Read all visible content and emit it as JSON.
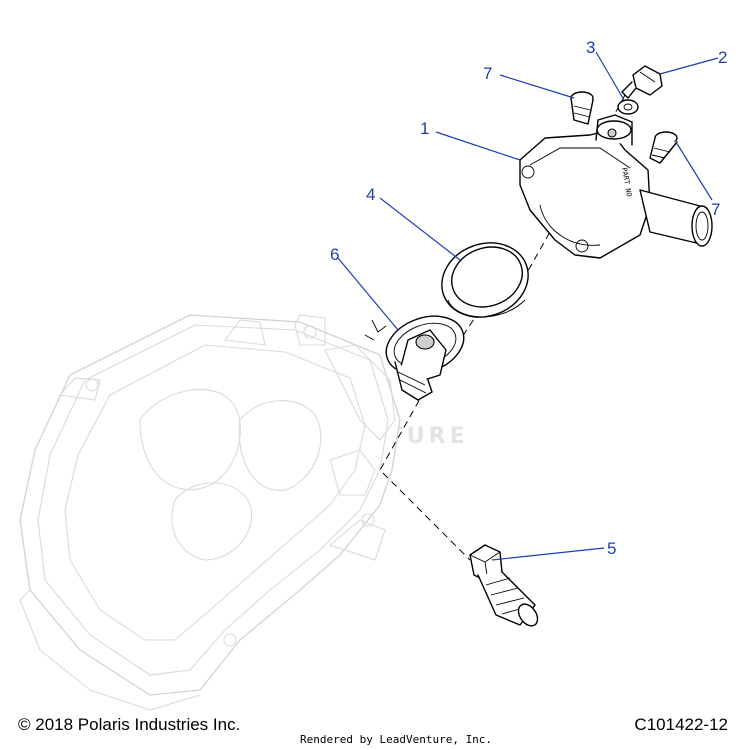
{
  "callouts": [
    {
      "label": "1"
    },
    {
      "label": "2"
    },
    {
      "label": "3"
    },
    {
      "label": "4"
    },
    {
      "label": "5"
    },
    {
      "label": "6"
    },
    {
      "label": "7"
    },
    {
      "label": "7"
    }
  ],
  "stamp": "PART NO",
  "watermark": "LEADVENTURE",
  "footer": {
    "copyright": "© 2018 Polaris Industries Inc.",
    "rendered_by": "Rendered by LeadVenture, Inc.",
    "diagram_id": "C101422-12"
  },
  "colors": {
    "callout": "#1f3fae",
    "background": "#ffffff"
  }
}
